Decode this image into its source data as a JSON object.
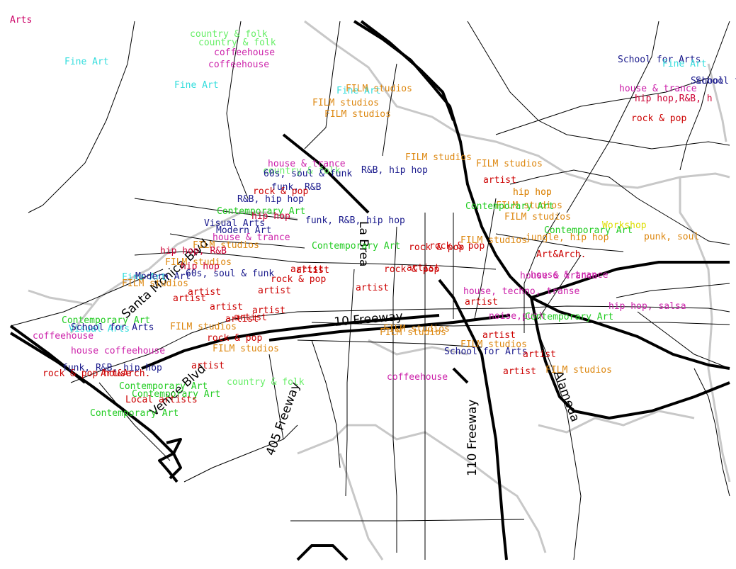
{
  "map": {
    "colors": {
      "background": "#ffffff",
      "roads": "#000000",
      "boundaries": "#c8c8c8"
    },
    "road_labels": [
      {
        "id": "santa-monica-blvd",
        "text": "Santa Monica Blvd"
      },
      {
        "id": "venice-blvd",
        "text": "Venice Blvd"
      },
      {
        "id": "405-freeway",
        "text": "405 Freeway"
      },
      {
        "id": "10-freeway",
        "text": "10 Freeway"
      },
      {
        "id": "110-freeway",
        "text": "110 Freeway"
      },
      {
        "id": "alameda",
        "text": "Alameda"
      },
      {
        "id": "la-brea",
        "text": "La Brea"
      }
    ],
    "categories": [
      {
        "id": "arts",
        "name": "Arts",
        "color": "#cc0066"
      },
      {
        "id": "fine-art",
        "name": "Fine Art",
        "color": "#33dddd"
      },
      {
        "id": "country-folk",
        "name": "country & folk",
        "color": "#66ee66"
      },
      {
        "id": "coffeehouse",
        "name": "coffeehouse",
        "color": "#cc22aa"
      },
      {
        "id": "school-for-arts",
        "name": "School for Arts",
        "color": "#1a1a8c"
      },
      {
        "id": "film-studios",
        "name": "FILM studios",
        "color": "#dd8811"
      },
      {
        "id": "house-trance",
        "name": "house & trance",
        "color": "#cc22aa"
      },
      {
        "id": "hip-hop-rnb",
        "name": "hip hop,R&B, hip hop",
        "color": "#cc0033"
      },
      {
        "id": "rock-pop",
        "name": "rock & pop",
        "color": "#cc0000"
      },
      {
        "id": "artist",
        "name": "artist",
        "color": "#cc0000"
      },
      {
        "id": "contemporary-art",
        "name": "Contemporary Art",
        "color": "#22cc22"
      },
      {
        "id": "visual-arts",
        "name": "Visual Arts",
        "color": "#1a1a8c"
      },
      {
        "id": "60s-soul-funk",
        "name": "60s, soul & funk",
        "color": "#1a1a8c"
      },
      {
        "id": "funk-rnb-hiphop",
        "name": "funk, R&B, hip hop",
        "color": "#1a1a8c"
      },
      {
        "id": "local-artists",
        "name": "Local artists",
        "color": "#cc0000"
      },
      {
        "id": "art-arch",
        "name": "Art&Arch.",
        "color": "#cc0000"
      },
      {
        "id": "house-techno-transe",
        "name": "house, techno, transe",
        "color": "#cc22aa"
      },
      {
        "id": "noise-punk",
        "name": "noise,punk",
        "color": "#cc22aa"
      },
      {
        "id": "jungle-hip-hop",
        "name": "jungle, hip hop",
        "color": "#dd8811"
      },
      {
        "id": "punk-soul",
        "name": "punk, soul",
        "color": "#dd8811"
      },
      {
        "id": "workshop",
        "name": "Workshop",
        "color": "#dddd00"
      },
      {
        "id": "modern-art",
        "name": "Modern Art",
        "color": "#1a1a8c"
      },
      {
        "id": "salsa",
        "name": "salsa",
        "color": "#cc22aa"
      }
    ],
    "labels": [
      {
        "text": "Arts",
        "category": "arts"
      },
      {
        "text": "country & folk",
        "category": "country-folk"
      },
      {
        "text": "country & folk",
        "category": "country-folk"
      },
      {
        "text": "coffeehouse",
        "category": "coffeehouse"
      },
      {
        "text": "coffeehouse",
        "category": "coffeehouse"
      },
      {
        "text": "Fine Art",
        "category": "fine-art"
      },
      {
        "text": "Fine Art",
        "category": "fine-art"
      },
      {
        "text": "Fine Art",
        "category": "fine-art"
      },
      {
        "text": "School for Arts",
        "category": "school-for-arts"
      },
      {
        "text": "School for Arts",
        "category": "school-for-arts"
      },
      {
        "text": "Fine Art",
        "category": "fine-art"
      },
      {
        "text": "School",
        "category": "school-for-arts"
      },
      {
        "text": "house & trance",
        "category": "house-trance"
      },
      {
        "text": "hip hop,R&B, h",
        "category": "hip-hop-rnb"
      },
      {
        "text": "rock & pop",
        "category": "rock-pop"
      },
      {
        "text": "FILM studios",
        "category": "film-studios"
      },
      {
        "text": "FILM studios",
        "category": "film-studios"
      },
      {
        "text": "FILM studios",
        "category": "film-studios"
      },
      {
        "text": "FILM studios",
        "category": "film-studios"
      },
      {
        "text": "FILM studios",
        "category": "film-studios"
      },
      {
        "text": "house & trance",
        "category": "house-trance"
      },
      {
        "text": "country & folk",
        "category": "country-folk"
      },
      {
        "text": "60s, soul & funk",
        "category": "60s-soul-funk"
      },
      {
        "text": "R&B, hip hop",
        "category": "funk-rnb-hiphop"
      },
      {
        "text": "artist",
        "category": "artist"
      },
      {
        "text": "hip hop",
        "category": "film-studios"
      },
      {
        "text": "funk, R&B",
        "category": "funk-rnb-hiphop"
      },
      {
        "text": "rock & pop",
        "category": "rock-pop"
      },
      {
        "text": "R&B, hip hop",
        "category": "funk-rnb-hiphop"
      },
      {
        "text": "Contemporary Art",
        "category": "contemporary-art"
      },
      {
        "text": "Visual Arts",
        "category": "visual-arts"
      },
      {
        "text": "hip hop",
        "category": "hip-hop-rnb"
      },
      {
        "text": "funk, R&B, hip hop",
        "category": "funk-rnb-hiphop"
      },
      {
        "text": "Modern Art",
        "category": "modern-art"
      },
      {
        "text": "house & trance",
        "category": "house-trance"
      },
      {
        "text": "FILM studios",
        "category": "film-studios"
      },
      {
        "text": "Contemporary Art",
        "category": "contemporary-art"
      },
      {
        "text": "rock & pop",
        "category": "rock-pop"
      },
      {
        "text": "hip hop, R&B",
        "category": "hip-hop-rnb"
      },
      {
        "text": "FILM studios",
        "category": "film-studios"
      },
      {
        "text": "hip hop",
        "category": "hip-hop-rnb"
      },
      {
        "text": "Fine Art",
        "category": "fine-art"
      },
      {
        "text": "Modern Art",
        "category": "modern-art"
      },
      {
        "text": "FILM studios",
        "category": "film-studios"
      },
      {
        "text": "60s, soul & funk",
        "category": "60s-soul-funk"
      },
      {
        "text": "artist",
        "category": "artist"
      },
      {
        "text": "artist",
        "category": "artist"
      },
      {
        "text": "rock & pop",
        "category": "rock-pop"
      },
      {
        "text": "artist",
        "category": "artist"
      },
      {
        "text": "artist",
        "category": "artist"
      },
      {
        "text": "artist",
        "category": "artist"
      },
      {
        "text": "artist",
        "category": "artist"
      },
      {
        "text": "FILM studios",
        "category": "film-studios"
      },
      {
        "text": "artist",
        "category": "artist"
      },
      {
        "text": "artist",
        "category": "artist"
      },
      {
        "text": "rock & pop",
        "category": "rock-pop"
      },
      {
        "text": "artist",
        "category": "artist"
      },
      {
        "text": "artist",
        "category": "artist"
      },
      {
        "text": "Contemporary Art",
        "category": "contemporary-art"
      },
      {
        "text": "Visual Arts",
        "category": "fine-art"
      },
      {
        "text": "rock & pop",
        "category": "rock-pop"
      },
      {
        "text": "FILM studios",
        "category": "film-studios"
      },
      {
        "text": "coffeehouse",
        "category": "coffeehouse"
      },
      {
        "text": "FILM studios",
        "category": "film-studios"
      },
      {
        "text": "house coffeehouse",
        "category": "coffeehouse"
      },
      {
        "text": "School for Arts",
        "category": "school-for-arts"
      },
      {
        "text": "funk, R&B, hip hop",
        "category": "funk-rnb-hiphop"
      },
      {
        "text": "rock & pop house",
        "category": "rock-pop"
      },
      {
        "text": "Art&Arch.",
        "category": "art-arch"
      },
      {
        "text": "Contemporary Art",
        "category": "contemporary-art"
      },
      {
        "text": "country & folk",
        "category": "country-folk"
      },
      {
        "text": "Contemporary Art",
        "category": "contemporary-art"
      },
      {
        "text": "Local artists",
        "category": "local-artists"
      },
      {
        "text": "Contemporary Art",
        "category": "contemporary-art"
      },
      {
        "text": "FILM studios",
        "category": "film-studios"
      },
      {
        "text": "artist",
        "category": "artist"
      },
      {
        "text": "coffeehouse",
        "category": "coffeehouse"
      },
      {
        "text": "School for Arts",
        "category": "school-for-arts"
      },
      {
        "text": "artist",
        "category": "artist"
      },
      {
        "text": "artist",
        "category": "artist"
      },
      {
        "text": "FILM studios",
        "category": "film-studios"
      },
      {
        "text": "FILM studios",
        "category": "film-studios"
      },
      {
        "text": "Art&Arch.",
        "category": "art-arch"
      },
      {
        "text": "house & trance",
        "category": "house-trance"
      },
      {
        "text": "house, techno, transe",
        "category": "house-techno-transe"
      },
      {
        "text": "artist",
        "category": "artist"
      },
      {
        "text": "noise,punk",
        "category": "noise-punk"
      },
      {
        "text": "artist",
        "category": "artist"
      },
      {
        "text": "hip hop, salsa",
        "category": "salsa"
      },
      {
        "text": "Contemporary Art",
        "category": "contemporary-art"
      },
      {
        "text": "jungle, hip hop",
        "category": "jungle-hip-hop"
      },
      {
        "text": "punk, soul",
        "category": "punk-soul"
      },
      {
        "text": "Contemporary Art",
        "category": "contemporary-art"
      },
      {
        "text": "Workshop",
        "category": "workshop"
      },
      {
        "text": "FILM studios",
        "category": "film-studios"
      },
      {
        "text": "FILM studios",
        "category": "film-studios"
      },
      {
        "text": "hip hop",
        "category": "film-studios"
      },
      {
        "text": "FILM studios",
        "category": "film-studios"
      },
      {
        "text": "Contemporary Art",
        "category": "contemporary-art"
      },
      {
        "text": "house & trance",
        "category": "house-trance"
      },
      {
        "text": "rock & pop",
        "category": "rock-pop"
      },
      {
        "text": "artist",
        "category": "artist"
      }
    ]
  }
}
